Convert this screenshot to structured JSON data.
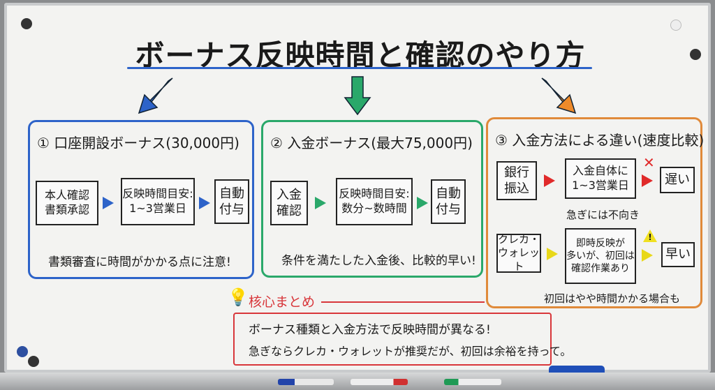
{
  "title": "ボーナス反映時間と確認のやり方",
  "sections": [
    {
      "heading": "① 口座開設ボーナス(30,000円)",
      "steps": [
        "本人確認\n書類承認",
        "反映時間目安:\n1~3営業日",
        "自動\n付与"
      ],
      "note": "書類審査に時間がかかる点に注意!",
      "color": "#2d63c9"
    },
    {
      "heading": "② 入金ボーナス(最大75,000円)",
      "steps": [
        "入金\n確認",
        "反映時間目安:\n数分~数時間",
        "自動\n付与"
      ],
      "note": "条件を満たした入金後、比較的早い!",
      "color": "#2aa86a"
    },
    {
      "heading": "③ 入金方法による違い(速度比較)",
      "color": "#e08a3a",
      "rows": [
        {
          "method": "銀行\n振込",
          "detail": "入金自体に\n1~3営業日",
          "mark": "✕",
          "result": "遅い",
          "note": "急ぎには不向き",
          "arrow_color": "#e02a2a"
        },
        {
          "method": "クレカ・\nウォレット",
          "detail": "即時反映が\n多いが、初回は\n確認作業あり",
          "mark": "!",
          "result": "早い",
          "note": "初回はやや時間かかる場合も",
          "arrow_color": "#f0e020"
        }
      ]
    }
  ],
  "summary": {
    "heading": "核心まとめ",
    "lines": [
      "ボーナス種類と入金方法で反映時間が異なる!",
      "急ぎならクレカ・ウォレットが推奨だが、初回は余裕を持って。"
    ],
    "color": "#d8363a"
  }
}
